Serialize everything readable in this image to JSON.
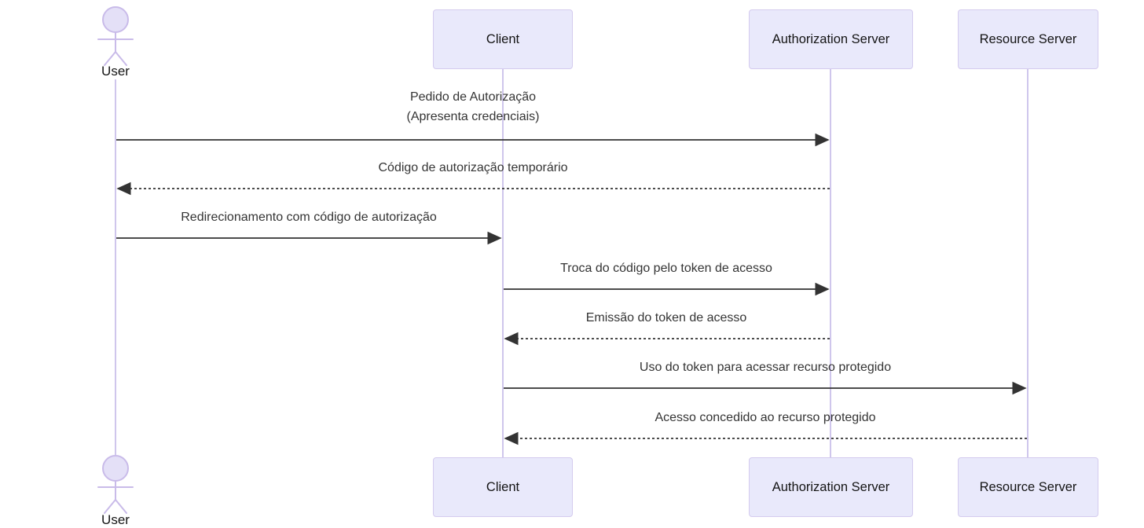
{
  "diagram": {
    "kind": "sequence-diagram",
    "topic": "OAuth authorization code flow",
    "participants": [
      {
        "id": "user",
        "type": "actor",
        "label": "User"
      },
      {
        "id": "client",
        "type": "participant",
        "label": "Client"
      },
      {
        "id": "authorization-server",
        "type": "participant",
        "label": "Authorization Server"
      },
      {
        "id": "resource-server",
        "type": "participant",
        "label": "Resource Server"
      }
    ],
    "messages": [
      {
        "from": "user",
        "to": "authorization-server",
        "style": "solid",
        "text": "Pedido de Autorização\n(Apresenta credenciais)"
      },
      {
        "from": "authorization-server",
        "to": "user",
        "style": "dashed",
        "text": "Código de autorização temporário"
      },
      {
        "from": "user",
        "to": "client",
        "style": "solid",
        "text": "Redirecionamento com código de autorização"
      },
      {
        "from": "client",
        "to": "authorization-server",
        "style": "solid",
        "text": "Troca do código pelo token de acesso"
      },
      {
        "from": "authorization-server",
        "to": "client",
        "style": "dashed",
        "text": "Emissão do token de acesso"
      },
      {
        "from": "client",
        "to": "resource-server",
        "style": "solid",
        "text": "Uso do token para acessar recurso protegido"
      },
      {
        "from": "resource-server",
        "to": "client",
        "style": "dashed",
        "text": "Acesso concedido ao recurso protegido"
      }
    ],
    "colors": {
      "background": "#ffffff",
      "participant_fill": "#e9e9fb",
      "participant_border": "#d4cbee",
      "lifeline": "#cfc6ec",
      "actor_stroke": "#c9bbe9",
      "actor_head_fill": "#e4e0f7",
      "arrow": "#333333",
      "text": "#343434"
    }
  }
}
